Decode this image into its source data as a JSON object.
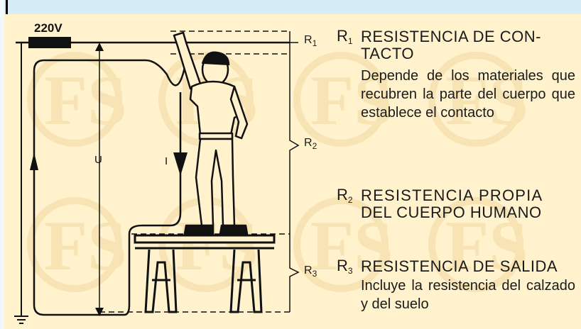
{
  "diagram": {
    "voltage_label": "220V",
    "voltage_symbol": "U",
    "current_symbol": "I",
    "side_labels": [
      {
        "main": "R",
        "sub": "1"
      },
      {
        "main": "R",
        "sub": "2"
      },
      {
        "main": "R",
        "sub": "3"
      }
    ]
  },
  "legend": {
    "r1": {
      "symbol": "R",
      "sub": "1",
      "title_line1": "RESISTENCIA DE CON-",
      "title_line2": "TACTO",
      "description": "Depende de los materiales que recubren la parte del cuerpo que establece el contacto"
    },
    "r2": {
      "symbol": "R",
      "sub": "2",
      "title_line1": "RESISTENCIA PROPIA",
      "title_line2": "DEL CUERPO HUMANO"
    },
    "r3": {
      "symbol": "R",
      "sub": "3",
      "title_line1": "RESISTENCIA DE SALIDA",
      "description": "Incluye la resistencia del calzado y del suelo"
    }
  }
}
